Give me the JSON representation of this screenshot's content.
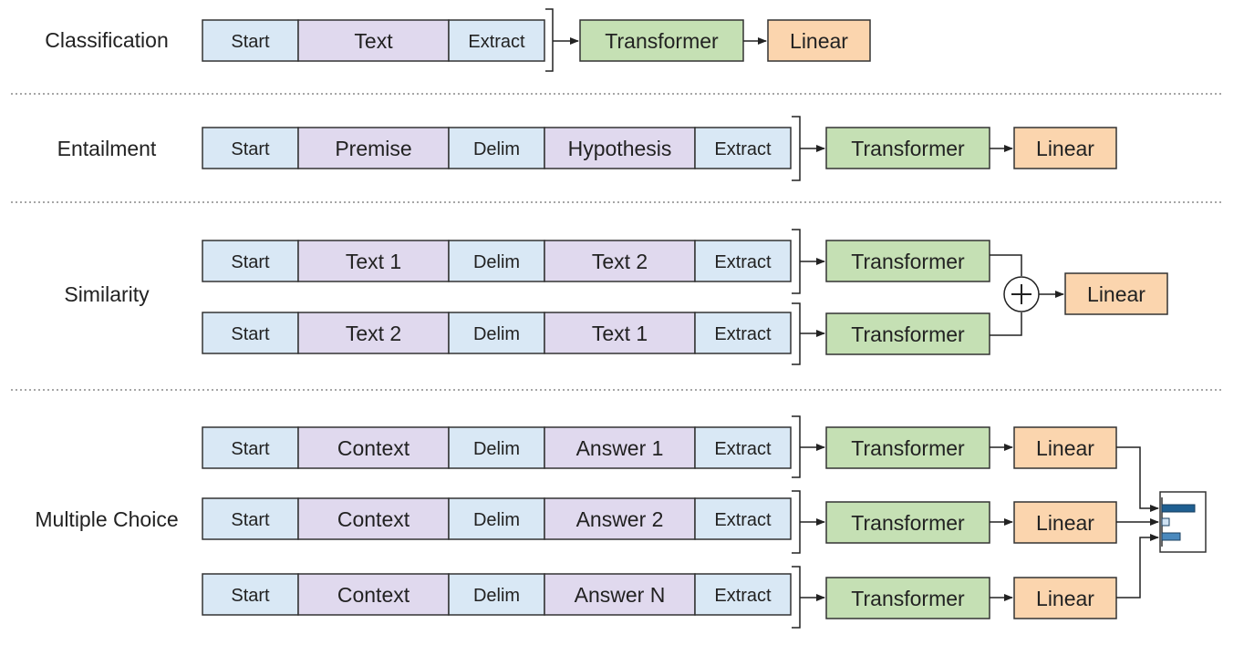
{
  "colors": {
    "token_blue": "#d9e8f5",
    "token_purple": "#e0d9ee",
    "transformer_green": "#c5e0b4",
    "linear_orange": "#fbd5ae",
    "stroke": "#333333",
    "separator": "#888888",
    "bar_dark": "#1f5f91",
    "bar_light": "#4a89bd",
    "bar_pale": "#cfe2f3"
  },
  "icons": {
    "sum": "circled-plus-icon",
    "softmax": "softmax-bars-icon"
  },
  "labels": {
    "transformer": "Transformer",
    "linear": "Linear",
    "plus": "+"
  },
  "tasks": [
    {
      "name": "Classification",
      "rows": [
        {
          "tokens": [
            "Start",
            "Text",
            "Extract"
          ]
        }
      ]
    },
    {
      "name": "Entailment",
      "rows": [
        {
          "tokens": [
            "Start",
            "Premise",
            "Delim",
            "Hypothesis",
            "Extract"
          ]
        }
      ]
    },
    {
      "name": "Similarity",
      "rows": [
        {
          "tokens": [
            "Start",
            "Text 1",
            "Delim",
            "Text 2",
            "Extract"
          ]
        },
        {
          "tokens": [
            "Start",
            "Text 2",
            "Delim",
            "Text 1",
            "Extract"
          ]
        }
      ]
    },
    {
      "name": "Multiple Choice",
      "rows": [
        {
          "tokens": [
            "Start",
            "Context",
            "Delim",
            "Answer 1",
            "Extract"
          ]
        },
        {
          "tokens": [
            "Start",
            "Context",
            "Delim",
            "Answer 2",
            "Extract"
          ]
        },
        {
          "tokens": [
            "Start",
            "Context",
            "Delim",
            "Answer N",
            "Extract"
          ]
        }
      ]
    }
  ]
}
